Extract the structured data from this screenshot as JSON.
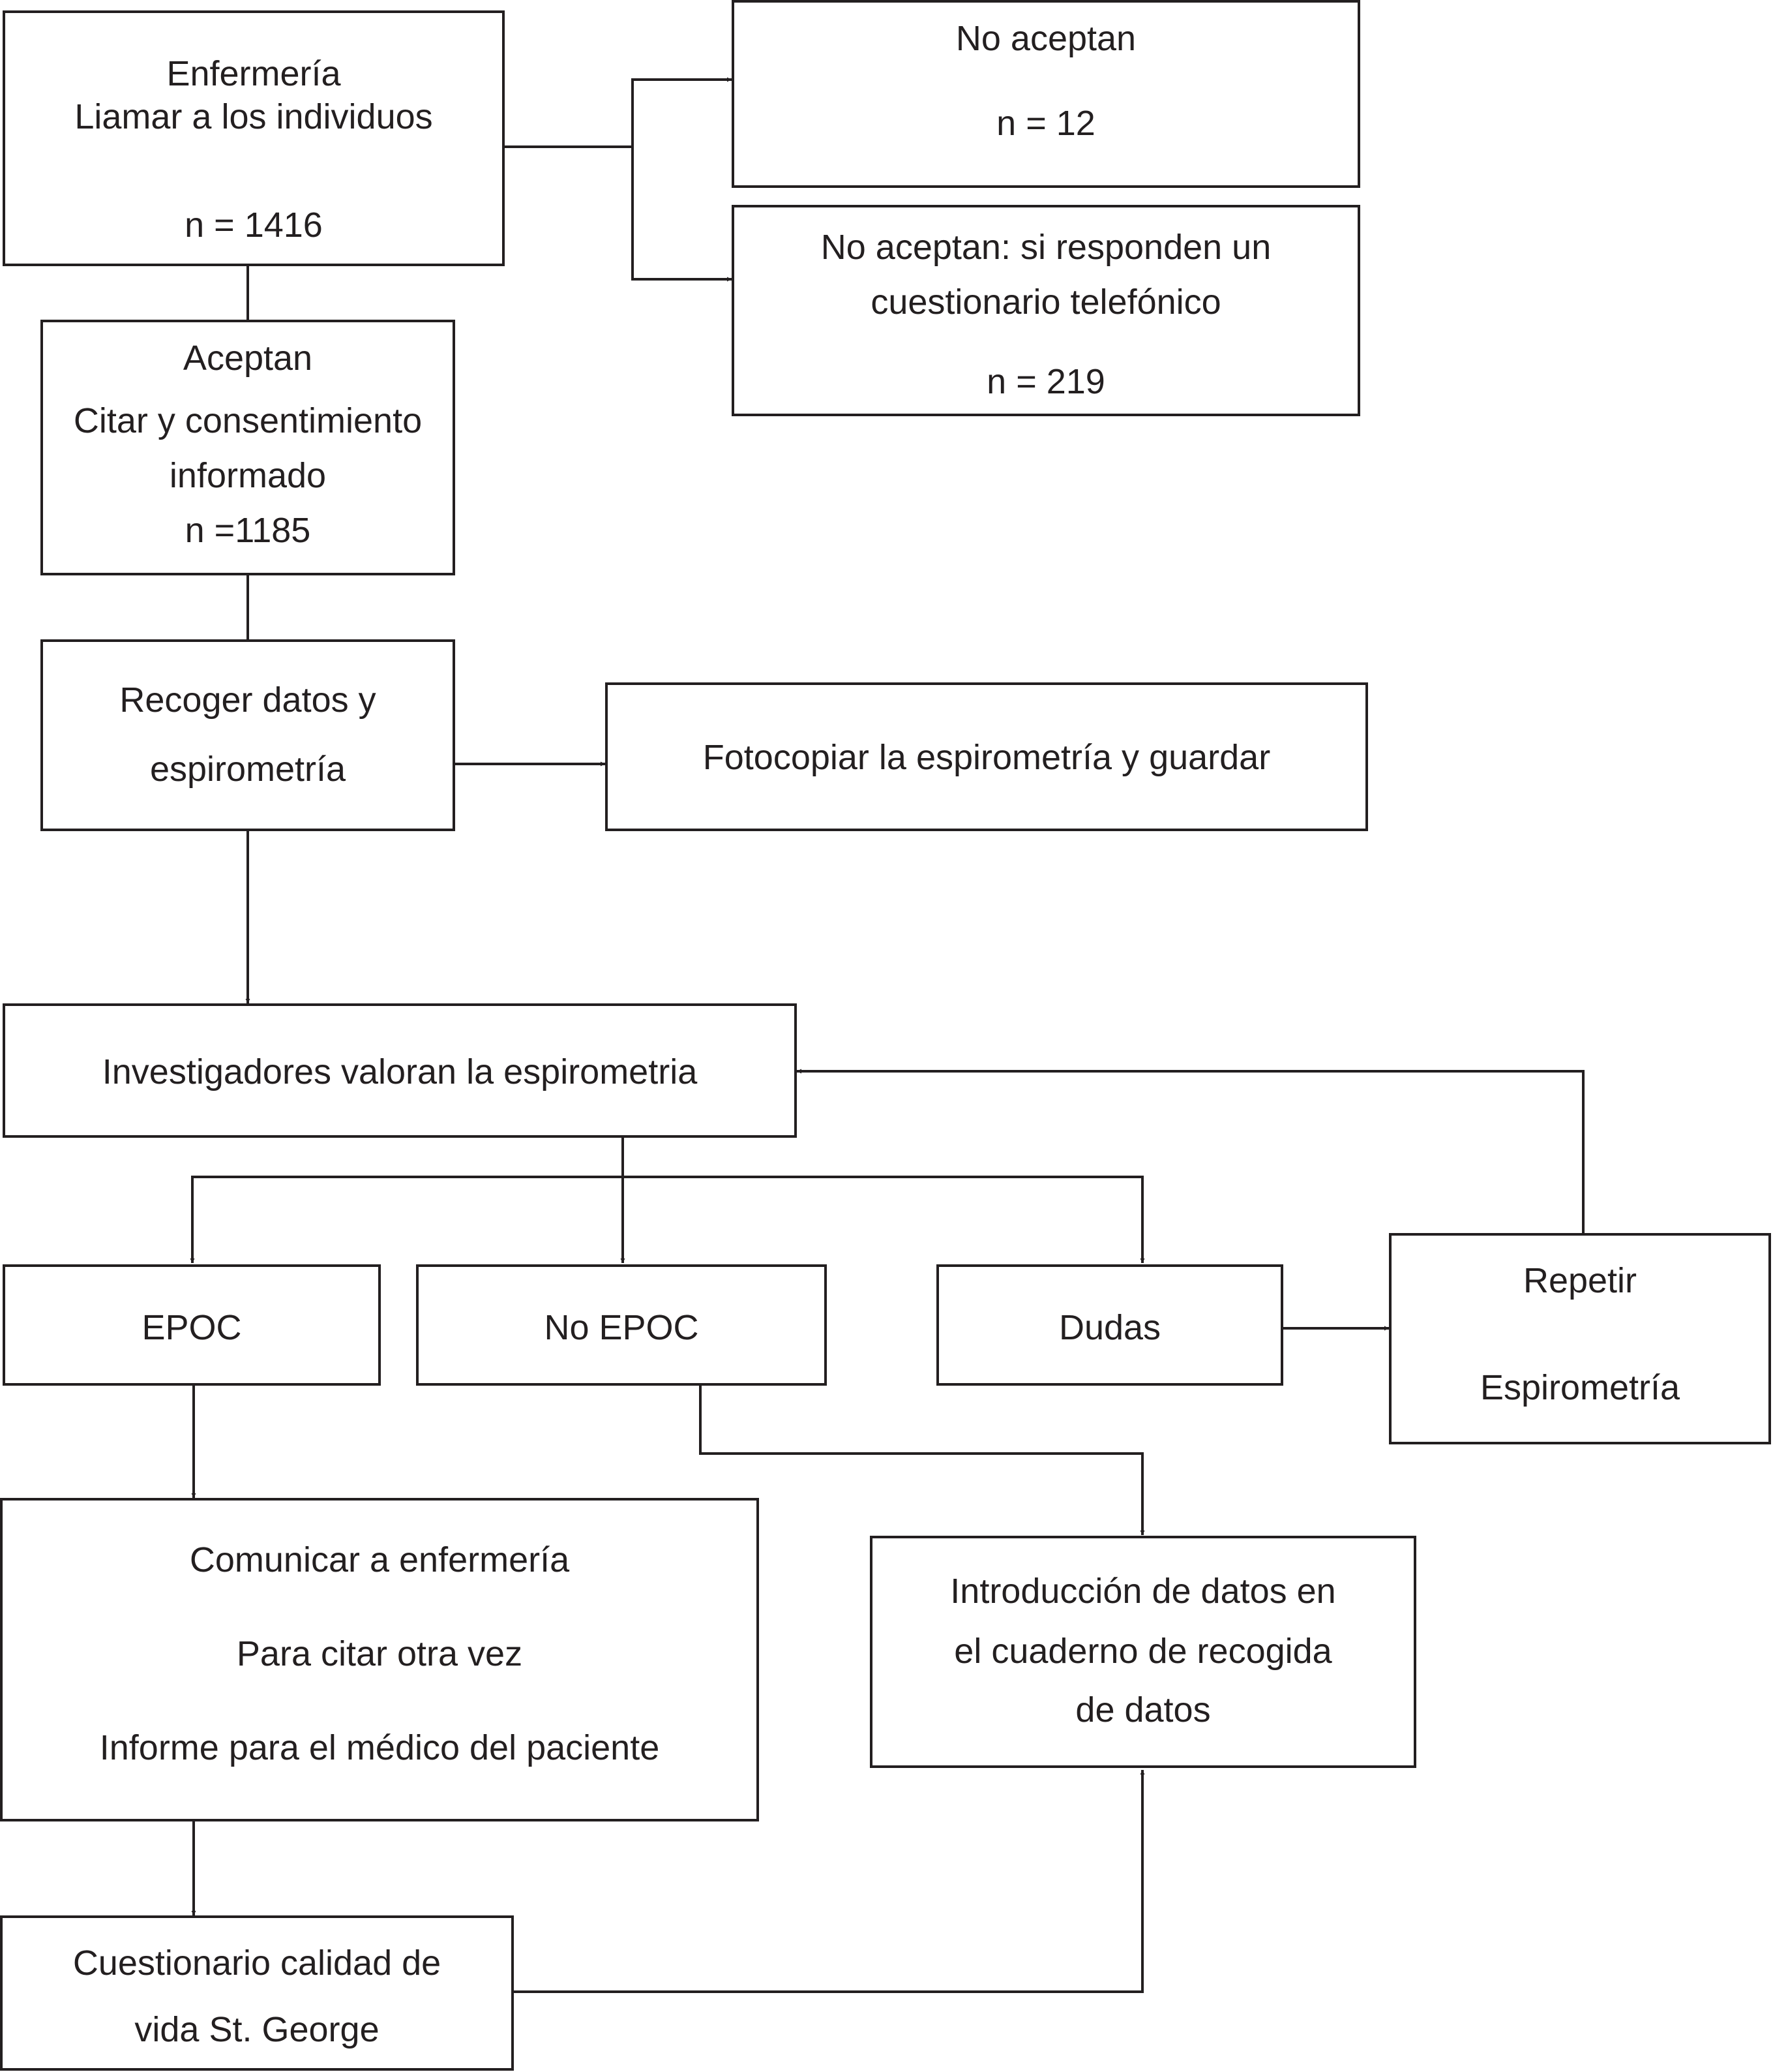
{
  "boxes": {
    "enfermeria": {
      "line1": "Enfermería",
      "line2": "Liamar a los individuos",
      "count": "n = 1416"
    },
    "no_aceptan": {
      "line1": "No aceptan",
      "count": "n = 12"
    },
    "no_aceptan_cuestionario": {
      "line1": "No aceptan: si responden un",
      "line2": "cuestionario telefónico",
      "count": "n = 219"
    },
    "aceptan": {
      "line1": "Aceptan",
      "line2": "Citar y consentimiento",
      "line3": "informado",
      "count": "n =1185"
    },
    "recoger": {
      "line1": "Recoger datos y",
      "line2": "espirometría"
    },
    "fotocopiar": {
      "line1": "Fotocopiar la espirometría y guardar"
    },
    "investigadores": {
      "line1": "Investigadores valoran la espirometria"
    },
    "epoc": {
      "line1": "EPOC"
    },
    "no_epoc": {
      "line1": "No EPOC"
    },
    "dudas": {
      "line1": "Dudas"
    },
    "repetir": {
      "line1": "Repetir",
      "line2": "Espirometría"
    },
    "comunicar": {
      "line1": "Comunicar a enfermería",
      "line2": "Para citar otra vez",
      "line3": "Informe para el médico del paciente"
    },
    "introduccion": {
      "line1": "Introducción de datos en",
      "line2": "el cuaderno de recogida",
      "line3": "de datos"
    },
    "cuestionario": {
      "line1": "Cuestionario calidad de",
      "line2": "vida St. George"
    }
  },
  "colors": {
    "stroke": "#231f20",
    "background": "#ffffff"
  }
}
